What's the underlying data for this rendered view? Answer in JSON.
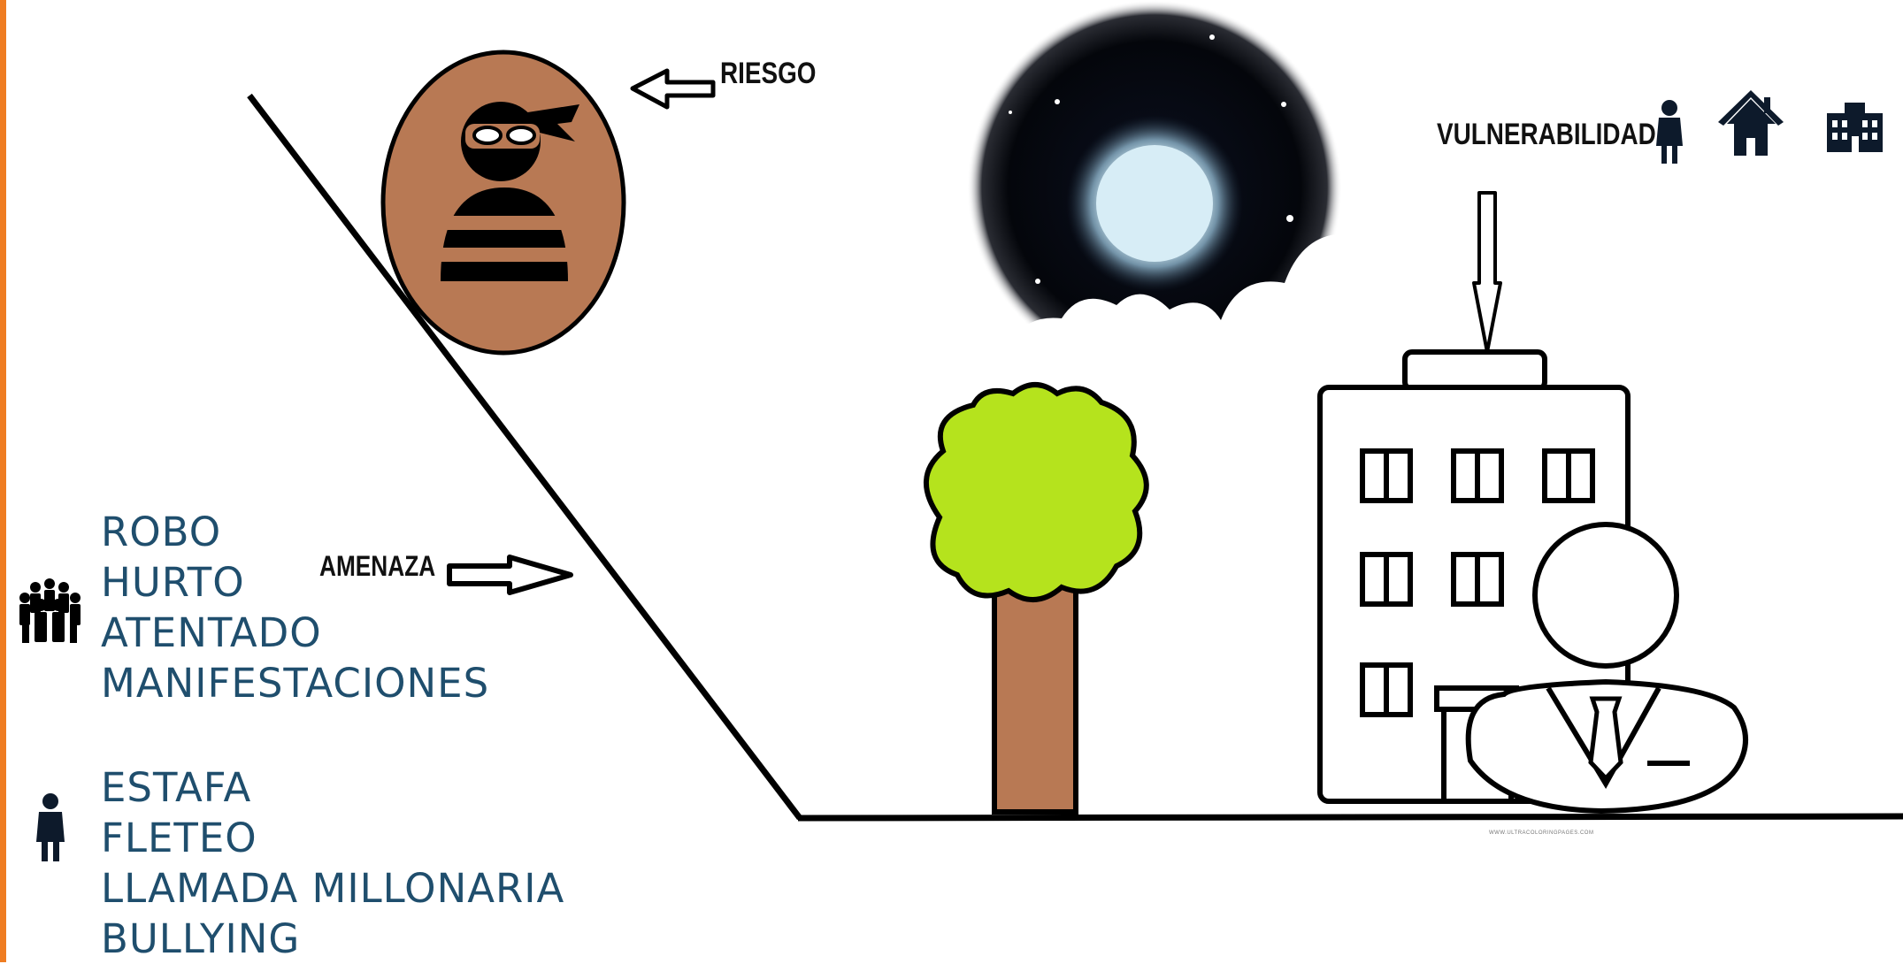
{
  "labels": {
    "riesgo": "RIESGO",
    "amenaza": "AMENAZA",
    "vulnerabilidad": "VULNERABILIDAD"
  },
  "threats_group": [
    "ROBO",
    "HURTO",
    "ATENTADO",
    "MANIFESTACIONES"
  ],
  "threats_person": [
    "ESTAFA",
    "FLETEO",
    "LLAMADA MILLONARIA",
    "BULLYING"
  ],
  "credit": "WWW.ULTRACOLORINGPAGES.COM",
  "icons": {
    "group": "group-of-people-icon",
    "person": "person-icon",
    "house": "house-icon",
    "building": "building-icon"
  },
  "colors": {
    "accent_bar": "#ef7d22",
    "list_text": "#1f4e6d",
    "thief_bg": "#b87954",
    "tree_foliage": "#b5e31d",
    "tree_trunk": "#b87954",
    "night_sky": "#05070d"
  }
}
